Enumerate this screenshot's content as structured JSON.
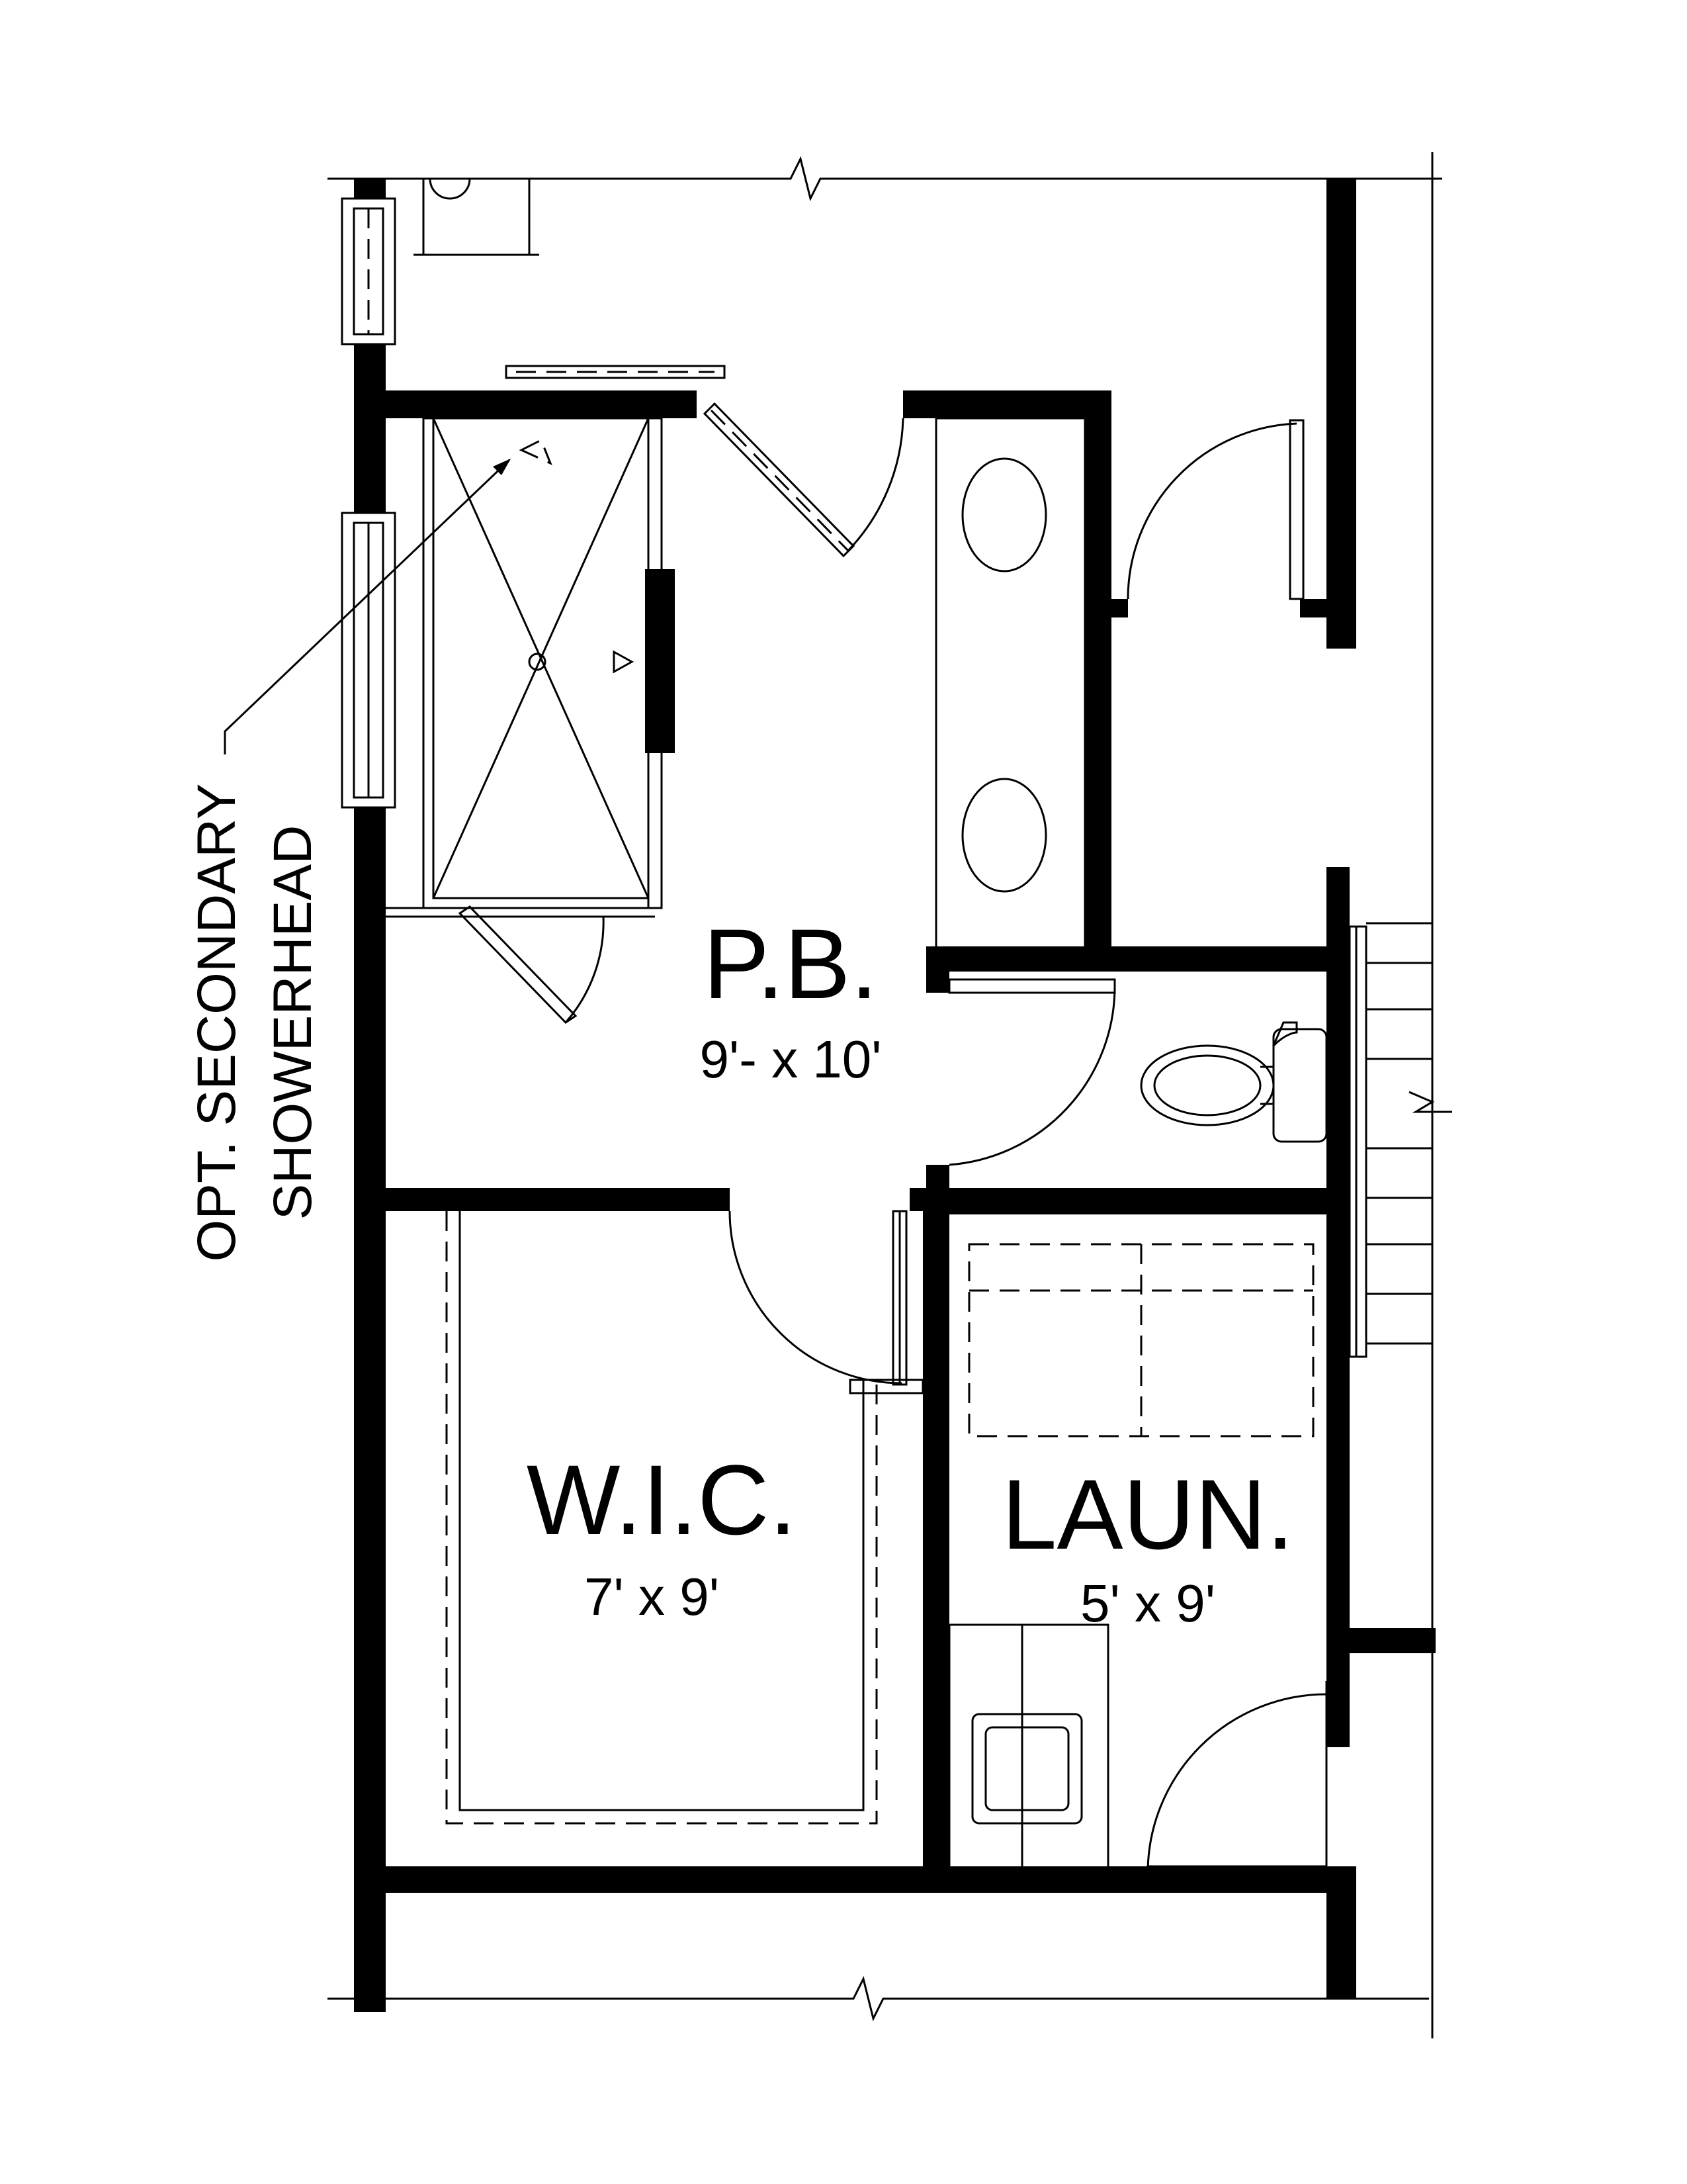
{
  "rooms": {
    "primary_bath": {
      "name": "P.B.",
      "size": "9'- x 10'"
    },
    "walk_in_closet": {
      "name": "W.I.C.",
      "size": "7' x 9'"
    },
    "laundry": {
      "name": "LAUN.",
      "size": "5' x 9'"
    }
  },
  "note": {
    "line1": "OPT. SECONDARY",
    "line2": "SHOWERHEAD"
  },
  "colors": {
    "ink": "#000000",
    "paper": "#ffffff"
  }
}
